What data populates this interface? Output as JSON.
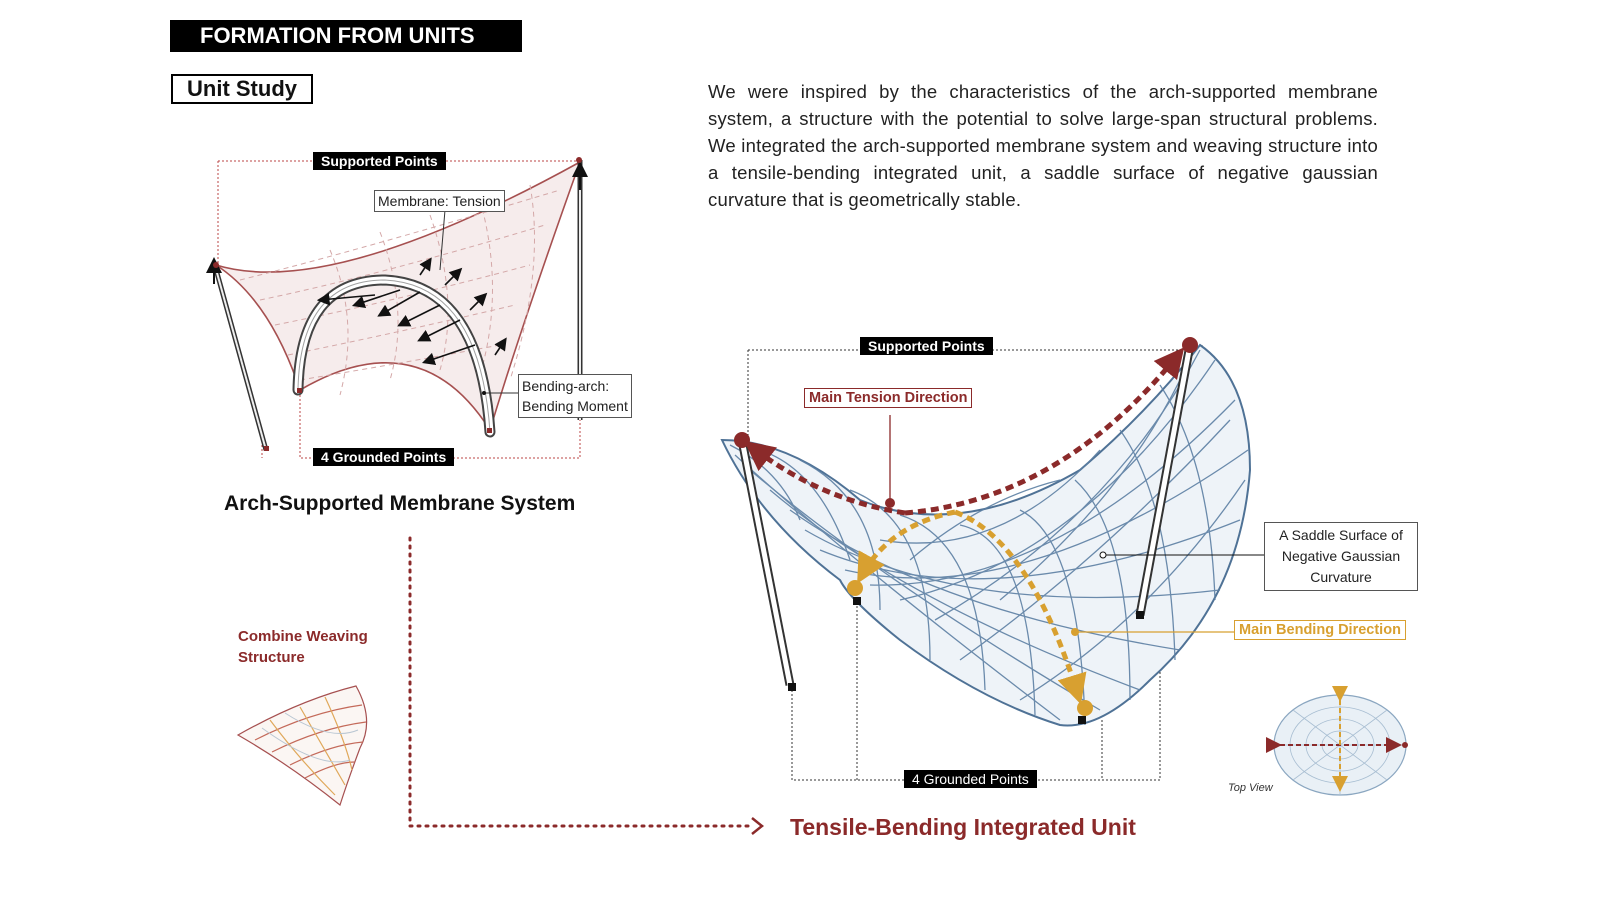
{
  "header": {
    "title": "FORMATION FROM UNITS",
    "subtitle": "Unit Study"
  },
  "description": "We were inspired by the characteristics of the arch-supported membrane system, a structure with the potential to solve large-span structural problems. We integrated the arch-supported membrane system and weaving structure into a tensile-bending integrated unit, a saddle surface of negative gaussian curvature that is geometrically stable.",
  "arch_diagram": {
    "title": "Arch-Supported Membrane System",
    "supported_points": "Supported Points",
    "membrane_label": "Membrane: Tension",
    "bending_label_1": "Bending-arch:",
    "bending_label_2": "Bending Moment",
    "grounded_points": "4 Grounded Points"
  },
  "combine": {
    "label_line1": "Combine Weaving",
    "label_line2": "Structure"
  },
  "unit_diagram": {
    "title": "Tensile-Bending Integrated Unit",
    "supported_points": "Supported Points",
    "main_tension": "Main Tension Direction",
    "saddle_line1": "A Saddle Surface of",
    "saddle_line2": "Negative Gaussian",
    "saddle_line3": "Curvature",
    "main_bending": "Main Bending Direction",
    "grounded_points": "4 Grounded Points",
    "top_view": "Top View"
  },
  "colors": {
    "red": "#8b2a2a",
    "orange": "#d8a030",
    "blue": "#4f7296",
    "membrane": "#c8a0a0"
  }
}
